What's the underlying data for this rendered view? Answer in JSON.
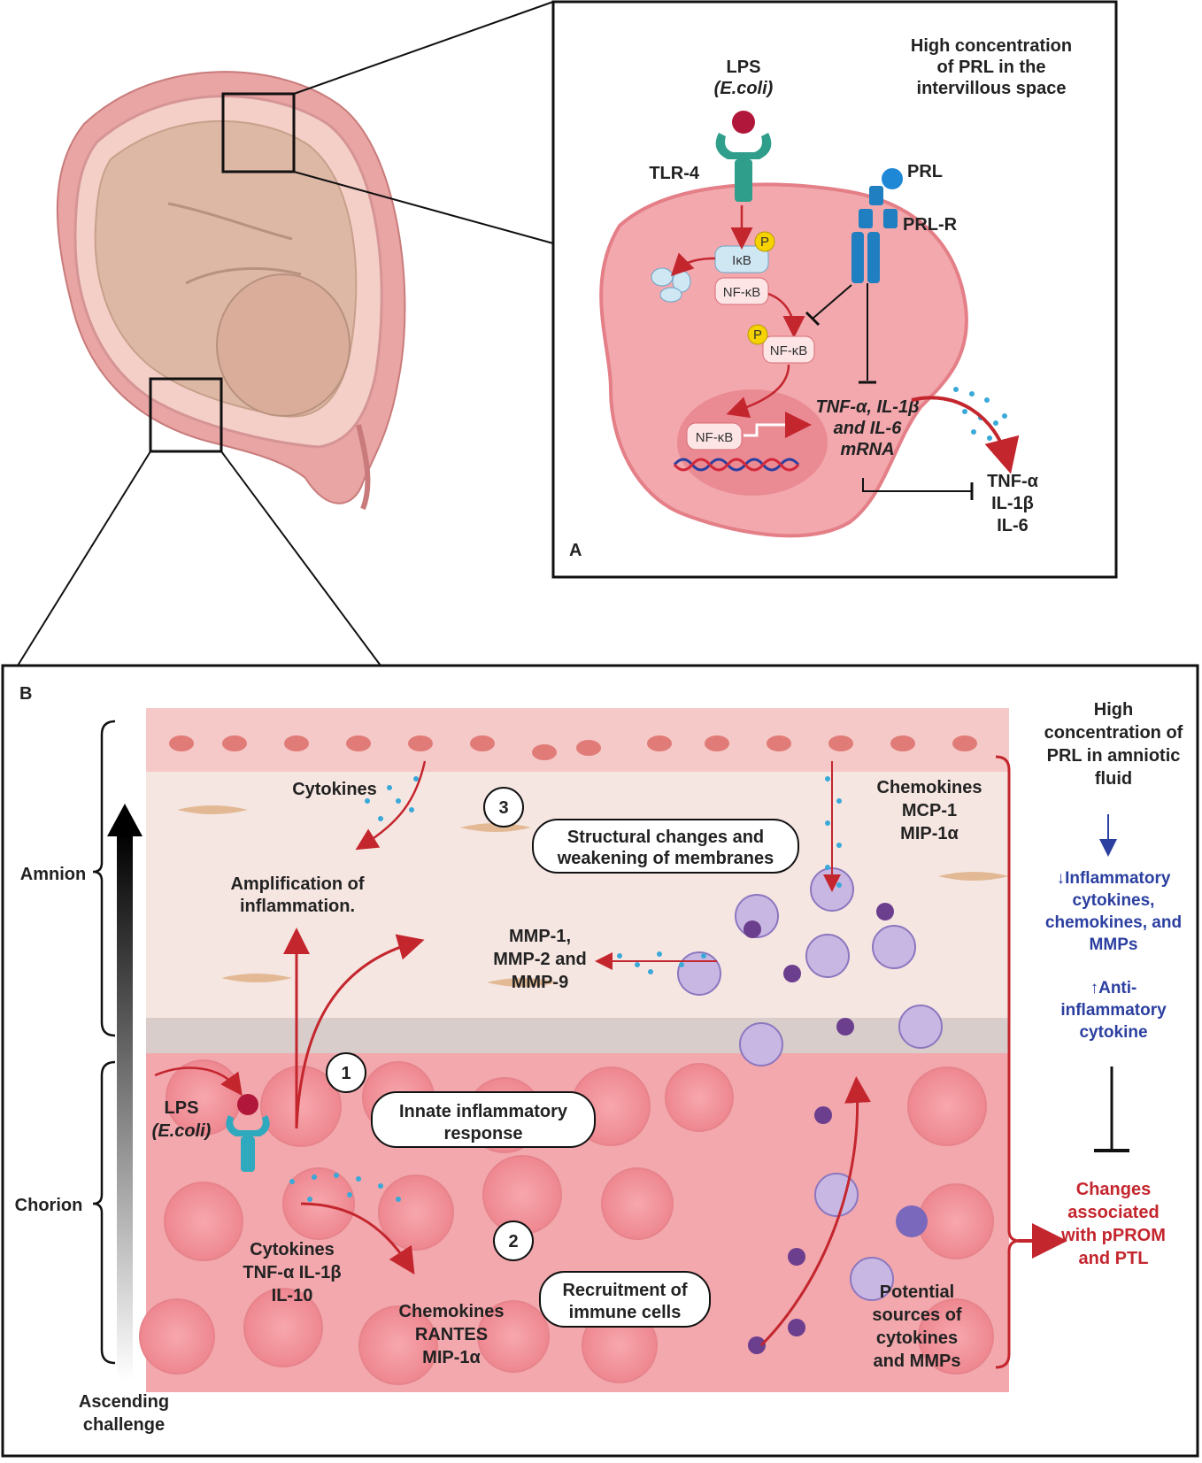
{
  "panel_a": {
    "letter": "A",
    "lps_label": "LPS",
    "lps_species": "(E.coli)",
    "tlr4_label": "TLR-4",
    "high_prl_lines": [
      "High concentration",
      "of PRL in the",
      "intervillous space"
    ],
    "prl_label": "PRL",
    "prlr_label": "PRL-R",
    "p_label": "P",
    "ikb_label": "IκB",
    "nfkb_label": "NF-κB",
    "mrna_lines": [
      "TNF-α, IL-1β",
      "and IL-6",
      "mRNA"
    ],
    "cytokines_out": [
      "TNF-α",
      "IL-1β",
      "IL-6"
    ]
  },
  "panel_b": {
    "letter": "B",
    "amnion_label": "Amnion",
    "chorion_label": "Chorion",
    "ascending_lines": [
      "Ascending",
      "challenge"
    ],
    "cytokines_top": "Cytokines",
    "amplification_lines": [
      "Amplification of",
      "inflammation."
    ],
    "step3_number": "3",
    "step3_lines": [
      "Structural changes and",
      "weakening of membranes"
    ],
    "chemokines_top_lines": [
      "Chemokines",
      "MCP-1",
      "MIP-1α"
    ],
    "mmp_lines": [
      "MMP-1,",
      "MMP-2 and",
      "MMP-9"
    ],
    "step1_number": "1",
    "step1_lines": [
      "Innate inflammatory",
      "response"
    ],
    "lps_label": "LPS",
    "lps_species": "(E.coli)",
    "cytokines_bottom_lines": [
      "Cytokines",
      "TNF-α  IL-1β",
      "IL-10"
    ],
    "step2_number": "2",
    "step2_lines": [
      "Recruitment of",
      "immune cells"
    ],
    "chemokines_bottom_lines": [
      "Chemokines",
      "RANTES",
      "MIP-1α"
    ],
    "potential_lines": [
      "Potential",
      "sources of",
      "cytokines",
      "and MMPs"
    ],
    "right_high_prl_lines": [
      "High",
      "concentration of",
      "PRL in amniotic",
      "fluid"
    ],
    "decrease_lines": [
      "↓Inflammatory",
      "cytokines,",
      "chemokines, and",
      "MMPs"
    ],
    "increase_lines": [
      "↑Anti-",
      "inflammatory",
      "cytokine"
    ],
    "changes_lines": [
      "Changes",
      "associated",
      "with  pPROM",
      "and PTL"
    ]
  },
  "colors": {
    "red_arrow": "#c4262e",
    "blue_text": "#2b3fa0",
    "tissue_pink": "#f2a8ad",
    "cell_pink": "#f0bcc0",
    "yellow_phospho": "#f5d200"
  }
}
